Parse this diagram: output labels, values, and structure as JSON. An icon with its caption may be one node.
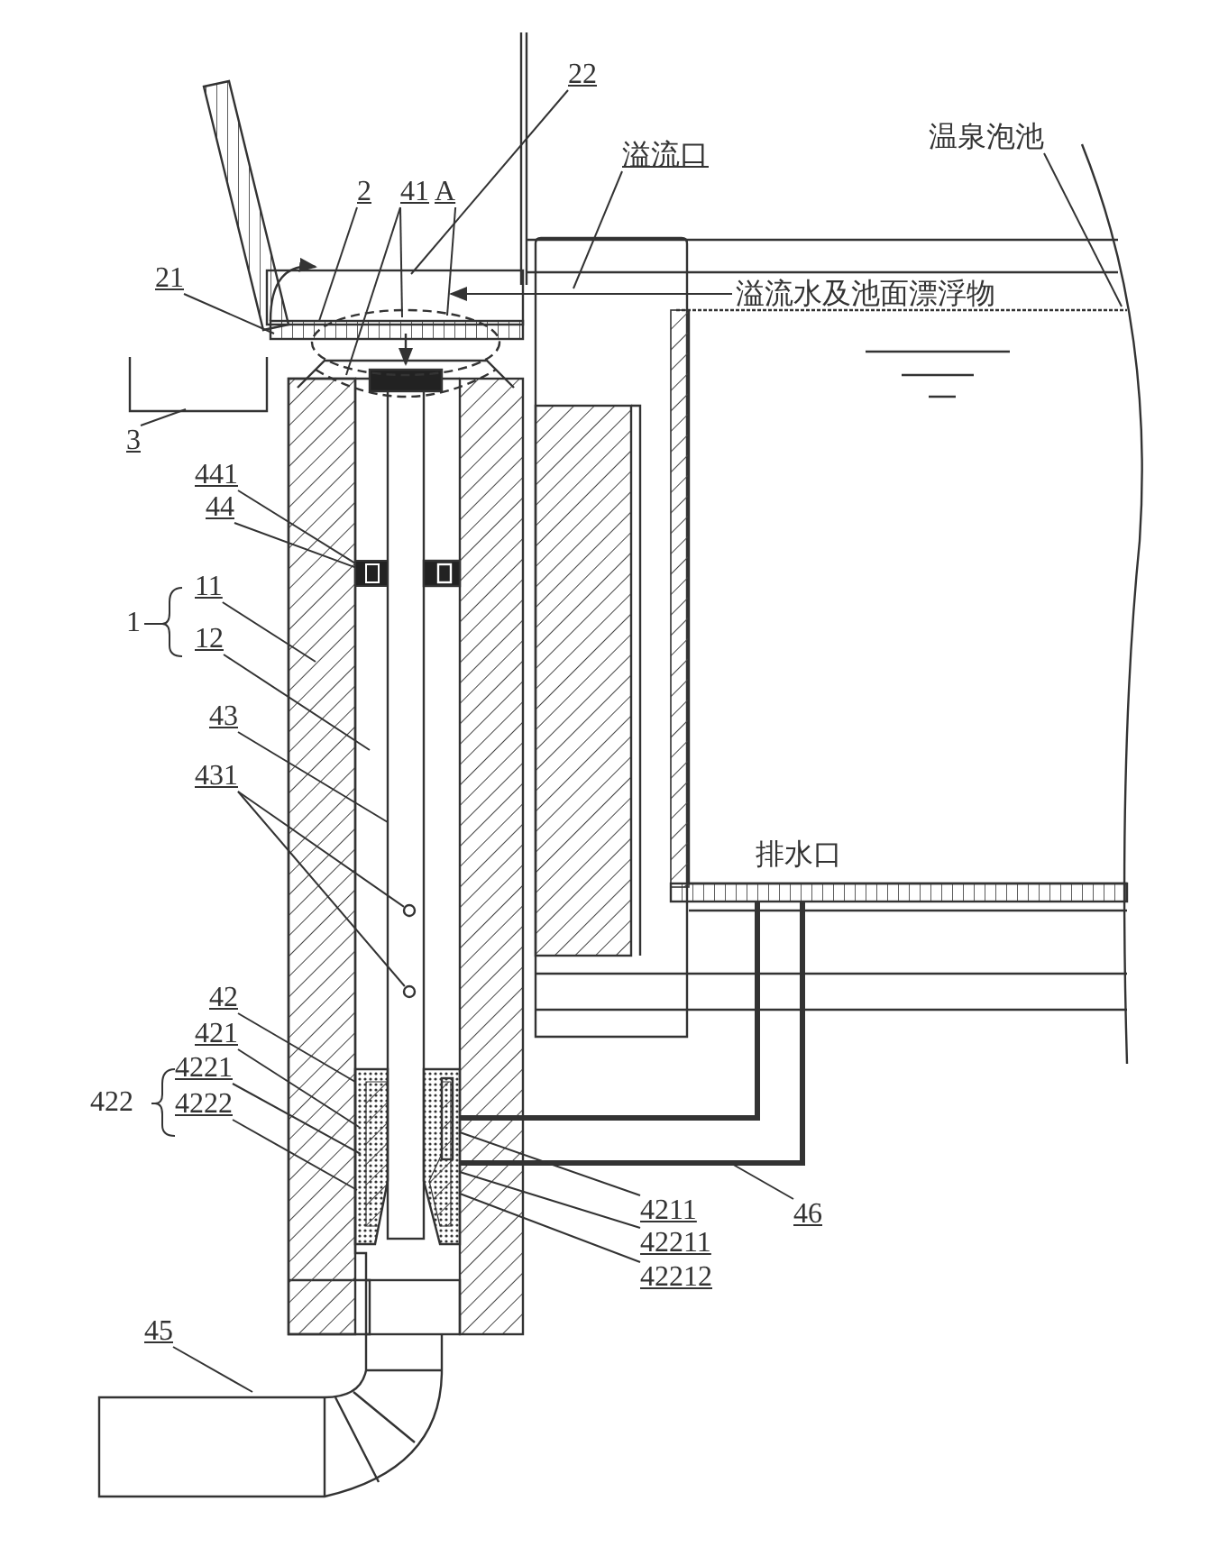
{
  "diagram": {
    "nodes": [
      {
        "text": [
          "22"
        ]
      },
      {
        "text": [
          "溢流口"
        ]
      },
      {
        "text": [
          "温泉泡池"
        ]
      },
      {
        "text": [
          "2"
        ]
      },
      {
        "text": [
          "41"
        ]
      },
      {
        "text": [
          "A"
        ]
      },
      {
        "text": [
          "21"
        ]
      },
      {
        "text": [
          "溢流水及池面漂浮物"
        ]
      },
      {
        "text": [
          "3"
        ]
      },
      {
        "text": [
          "441"
        ]
      },
      {
        "text": [
          "44"
        ]
      },
      {
        "text": [
          "11"
        ]
      },
      {
        "text": [
          "12"
        ]
      },
      {
        "text": [
          "43"
        ]
      },
      {
        "text": [
          "431"
        ]
      },
      {
        "text": [
          "42"
        ]
      },
      {
        "text": [
          "421"
        ]
      },
      {
        "text": [
          "4221"
        ]
      },
      {
        "text": [
          "4222"
        ]
      },
      {
        "text": [
          "4211"
        ]
      },
      {
        "text": [
          "42211"
        ]
      },
      {
        "text": [
          "42212"
        ]
      },
      {
        "text": [
          "46"
        ]
      },
      {
        "text": [
          "45"
        ]
      },
      {
        "text": [],
        "shape": "box"
      },
      {
        "text": [],
        "shape": "circle"
      },
      {
        "text": [],
        "shape": "circle"
      }
    ],
    "edges": [
      {
        "from": 0,
        "to": null,
        "arrow": "none"
      },
      {
        "from": 1,
        "to": null,
        "arrow": "none"
      },
      {
        "from": 2,
        "to": null,
        "arrow": "none"
      },
      {
        "from": 3,
        "to": null,
        "arrow": "none"
      },
      {
        "from": 4,
        "to": null,
        "arrow": "none"
      },
      {
        "from": 4,
        "to": null,
        "arrow": "none"
      },
      {
        "from": 5,
        "to": null,
        "arrow": "none"
      },
      {
        "from": 6,
        "to": null,
        "arrow": "none"
      },
      {
        "from": 7,
        "to": null,
        "arrow": "to"
      },
      {
        "from": 8,
        "to": null,
        "arrow": "none"
      },
      {
        "from": 9,
        "to": 24,
        "arrow": "none"
      },
      {
        "from": 10,
        "to": 24,
        "arrow": "none"
      },
      {
        "from": 11,
        "to": null,
        "arrow": "none"
      },
      {
        "from": 12,
        "to": null,
        "arrow": "none"
      },
      {
        "from": 13,
        "to": null,
        "arrow": "none"
      },
      {
        "from": 14,
        "to": 25,
        "arrow": "none"
      },
      {
        "from": 14,
        "to": 26,
        "arrow": "none"
      },
      {
        "from": 15,
        "to": null,
        "arrow": "none"
      },
      {
        "from": 16,
        "to": null,
        "arrow": "none"
      },
      {
        "from": 17,
        "to": null,
        "arrow": "none"
      },
      {
        "from": 18,
        "to": null,
        "arrow": "none"
      },
      {
        "from": 19,
        "to": null,
        "arrow": "none"
      },
      {
        "from": 20,
        "to": null,
        "arrow": "none"
      },
      {
        "from": 21,
        "to": null,
        "arrow": "none"
      },
      {
        "from": 22,
        "to": null,
        "arrow": "none"
      },
      {
        "from": 23,
        "to": null,
        "arrow": "none"
      }
    ],
    "labels": [
      "1",
      "422",
      "排水口"
    ]
  }
}
